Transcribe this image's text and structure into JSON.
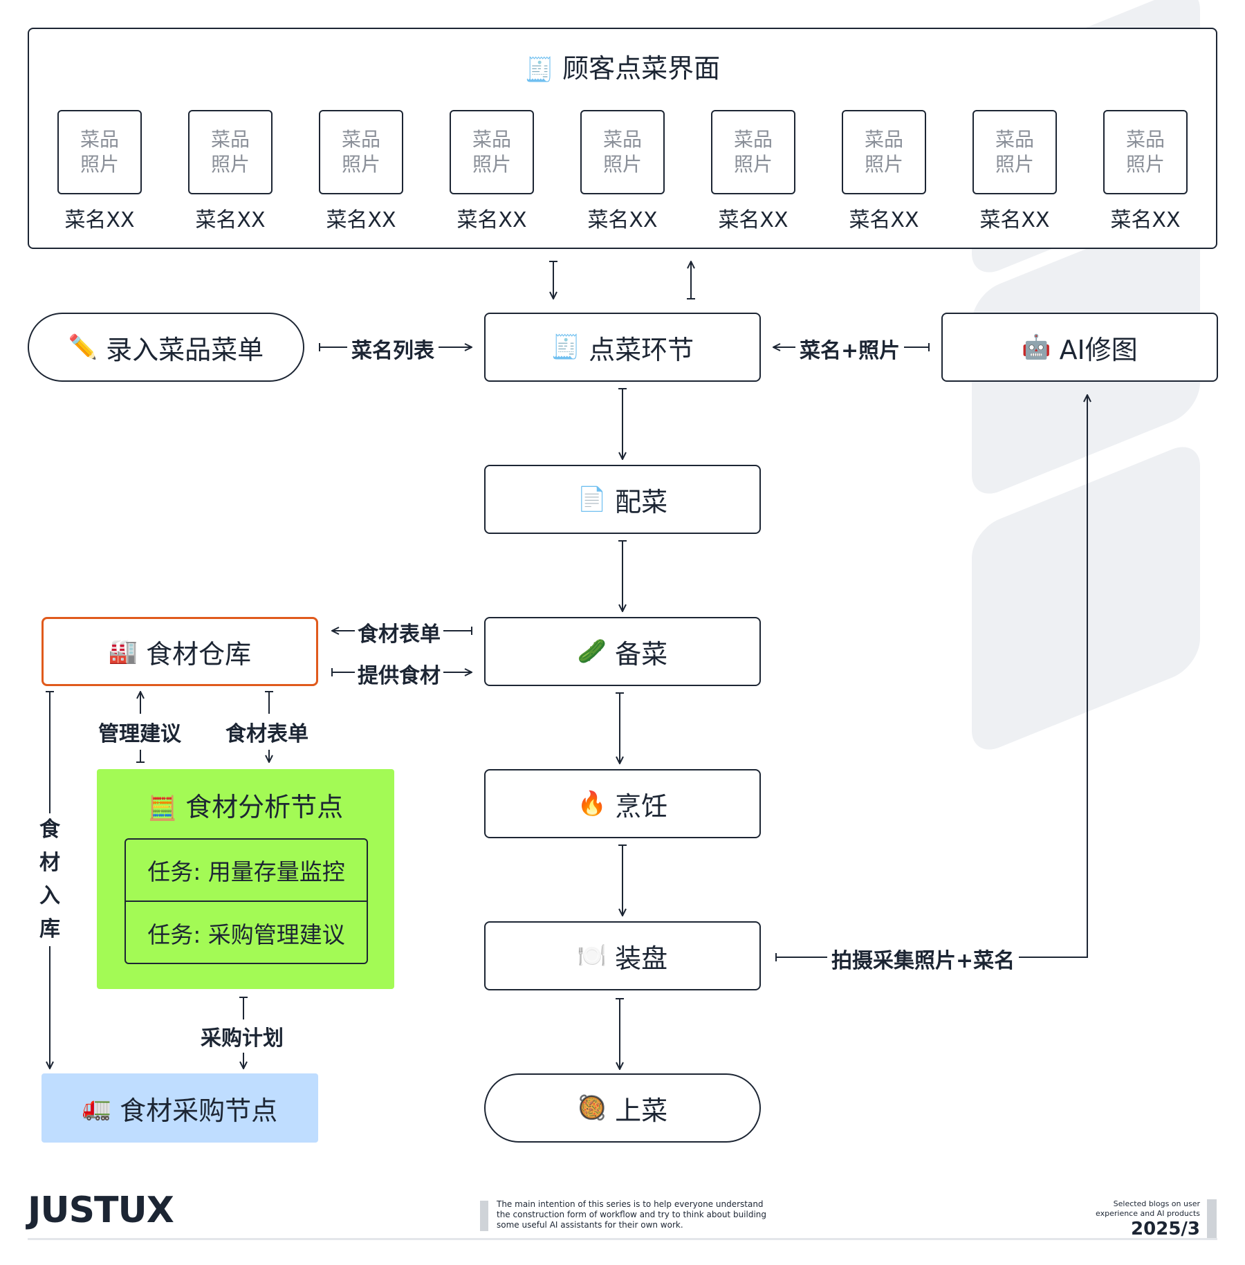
{
  "customer_ui": {
    "emoji": "🧾",
    "title": "顾客点菜界面",
    "dishes": [
      {
        "photo": "菜品照片",
        "name": "菜名XX"
      },
      {
        "photo": "菜品照片",
        "name": "菜名XX"
      },
      {
        "photo": "菜品照片",
        "name": "菜名XX"
      },
      {
        "photo": "菜品照片",
        "name": "菜名XX"
      },
      {
        "photo": "菜品照片",
        "name": "菜名XX"
      },
      {
        "photo": "菜品照片",
        "name": "菜名XX"
      },
      {
        "photo": "菜品照片",
        "name": "菜名XX"
      },
      {
        "photo": "菜品照片",
        "name": "菜名XX"
      },
      {
        "photo": "菜品照片",
        "name": "菜名XX"
      }
    ]
  },
  "nodes": {
    "input_menu": {
      "emoji": "✏️",
      "label": "录入菜品菜单"
    },
    "ordering": {
      "emoji": "🧾",
      "label": "点菜环节"
    },
    "ai_retouch": {
      "emoji": "🤖",
      "label": "AI修图"
    },
    "pairing": {
      "emoji": "📄",
      "label": "配菜"
    },
    "prep": {
      "emoji": "🥒",
      "label": "备菜"
    },
    "cooking": {
      "emoji": "🔥",
      "label": "烹饪"
    },
    "plating": {
      "emoji": "🍽️",
      "label": "装盘"
    },
    "serve": {
      "emoji": "🥘",
      "label": "上菜"
    },
    "warehouse": {
      "emoji": "🏭",
      "label": "食材仓库"
    },
    "analysis": {
      "emoji": "🧮",
      "label": "食材分析节点",
      "tasks": [
        "任务: 用量存量监控",
        "任务: 采购管理建议"
      ]
    },
    "purchase": {
      "emoji": "🚛",
      "label": "食材采购节点"
    }
  },
  "edge_labels": {
    "menu_list": "菜名列表",
    "name_photo": "菜名+照片",
    "ingredient_list_1": "食材表单",
    "supply": "提供食材",
    "mgmt_advice": "管理建议",
    "ingredient_list_2": "食材表单",
    "stock_in": "食材入库",
    "purchase_plan": "采购计划",
    "shoot": "拍摄采集照片+菜名"
  },
  "footer": {
    "brand": "JUSTUX",
    "description": "The main intention of this series is to help everyone understand the construction form of workflow and try to think about building some useful AI assistants for their own work.",
    "tagline": "Selected blogs on user experience and AI products",
    "date": "2025/3"
  },
  "colors": {
    "ink": "#1c2533",
    "warehouse_border": "#e05a1c",
    "analysis_fill": "#a3fa55",
    "purchase_fill": "#bfddff"
  }
}
